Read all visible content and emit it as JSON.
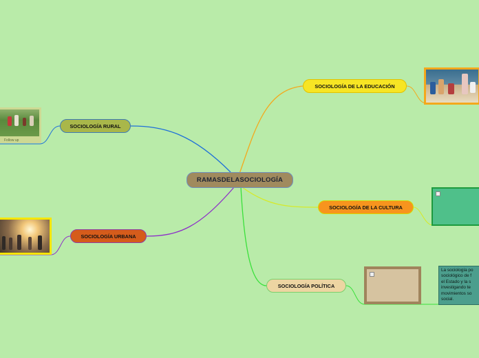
{
  "center": {
    "label": "RAMASDELASOCIOLOGÍA"
  },
  "branches": {
    "education": {
      "label": "SOCIOLOGÍA DE LA EDUCACIÓN",
      "color": "#f4a81b"
    },
    "rural": {
      "label": "SOCIOLOGÍA RURAL",
      "color": "#1e6fd9"
    },
    "culture": {
      "label": "SOCIOLOGÍA DE LA CULTURA",
      "color": "#d6ea2a"
    },
    "urban": {
      "label": "SOCIOLOGÍA URBANA",
      "color": "#8d2fc8"
    },
    "politics": {
      "label": "SOCIOLOGÍA POLÍTICA",
      "color": "#39e03a"
    }
  },
  "attachments": {
    "rural_caption": "Follow up",
    "politics_text": "La sociología po\nsociológico de f\nel Estado y la s\ninvestigando te\nmovimientos so\nsocial."
  }
}
